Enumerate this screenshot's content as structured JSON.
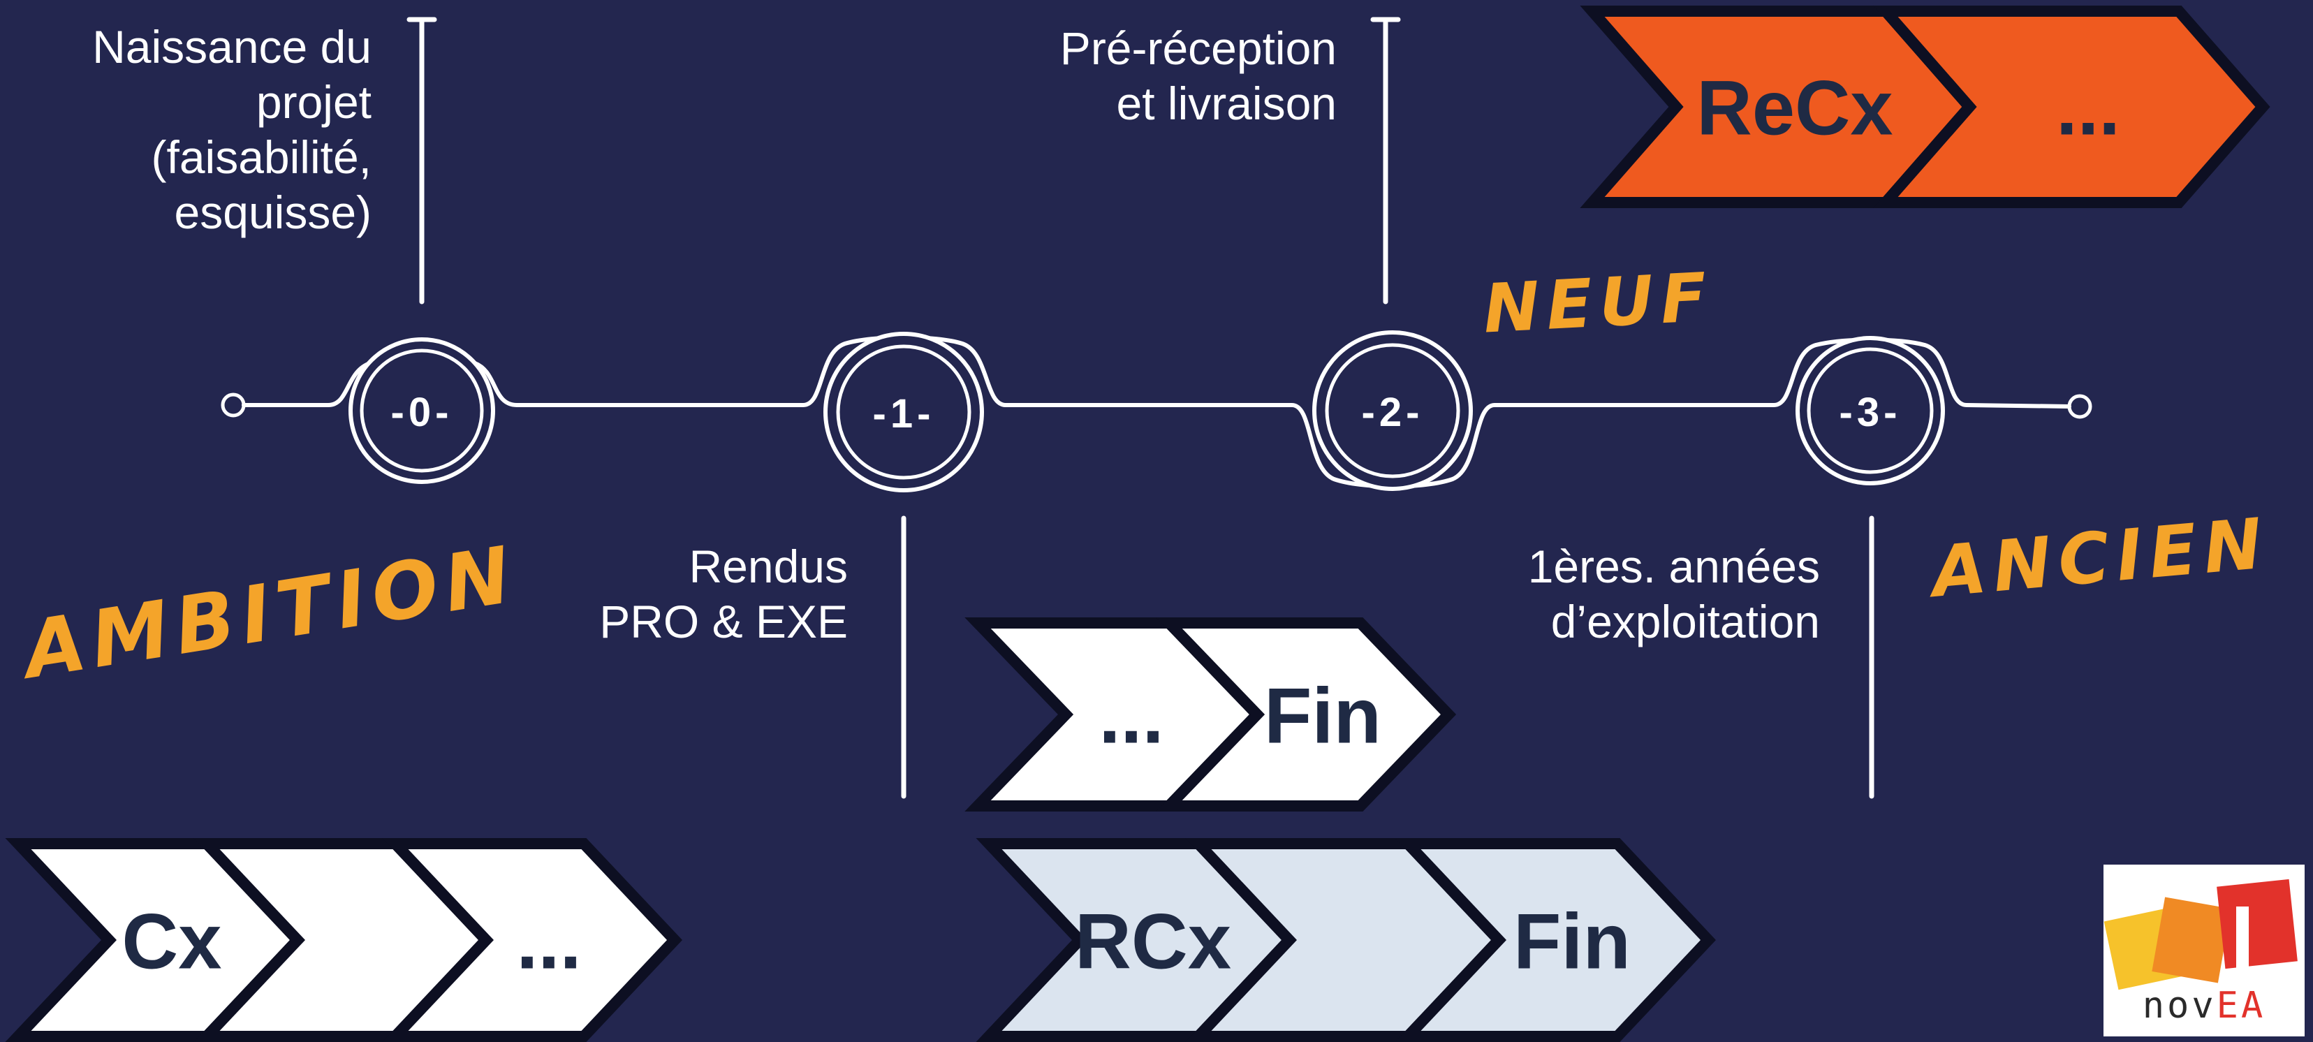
{
  "colors": {
    "background": "#23264f",
    "orange": "#ef5a1f",
    "white_chevron": "#ffffff",
    "blue_chevron": "#dbe4ef",
    "handwriting": "#f4a42a",
    "line": "#ffffff",
    "chevron_text": "#1f2a44"
  },
  "timeline": {
    "stages": [
      {
        "label": "-0-"
      },
      {
        "label": "-1-"
      },
      {
        "label": "-2-"
      },
      {
        "label": "-3-"
      }
    ]
  },
  "captions": {
    "stage0_lines": [
      "Naissance du",
      "projet",
      "(faisabilité,",
      "esquisse)"
    ],
    "stage1_lines": [
      "Rendus",
      "PRO & EXE"
    ],
    "stage2_lines": [
      "Pré-réception",
      "et livraison"
    ],
    "stage3_lines": [
      "1ères. années",
      "d’exploitation"
    ]
  },
  "handwritten": {
    "ambition": "AMBITION",
    "neuf": "NEUF",
    "ancien": "ANCIEN"
  },
  "chevron_rows": {
    "recx": {
      "labels": [
        "ReCx",
        "..."
      ]
    },
    "cx": {
      "labels": [
        "Cx",
        "",
        "..."
      ]
    },
    "fin_top": {
      "labels": [
        "...",
        "Fin"
      ]
    },
    "rcx": {
      "labels": [
        "RCx",
        "",
        "Fin"
      ]
    }
  },
  "logo": {
    "text_plain": "nov",
    "text_accent": "EA",
    "colors": {
      "orange": "#f08a24",
      "red": "#e2322b",
      "yellow": "#f6c22b"
    }
  }
}
